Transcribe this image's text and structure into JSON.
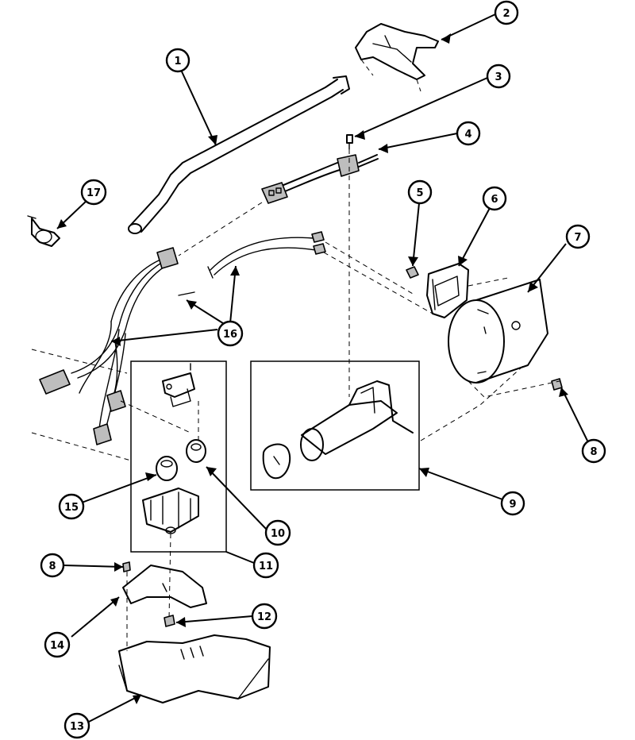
{
  "callouts": [
    {
      "id": "c1",
      "label": "1"
    },
    {
      "id": "c2",
      "label": "2"
    },
    {
      "id": "c3",
      "label": "3"
    },
    {
      "id": "c4",
      "label": "4"
    },
    {
      "id": "c5",
      "label": "5"
    },
    {
      "id": "c6",
      "label": "6"
    },
    {
      "id": "c7",
      "label": "7"
    },
    {
      "id": "c8a",
      "label": "8"
    },
    {
      "id": "c8b",
      "label": "8"
    },
    {
      "id": "c9",
      "label": "9"
    },
    {
      "id": "c10",
      "label": "10"
    },
    {
      "id": "c11",
      "label": "11"
    },
    {
      "id": "c12",
      "label": "12"
    },
    {
      "id": "c13",
      "label": "13"
    },
    {
      "id": "c14",
      "label": "14"
    },
    {
      "id": "c15",
      "label": "15"
    },
    {
      "id": "c16",
      "label": "16"
    },
    {
      "id": "c17",
      "label": "17"
    }
  ],
  "colors": {
    "line": "#000000",
    "fill": "#bdbdbd",
    "background": "#ffffff"
  }
}
